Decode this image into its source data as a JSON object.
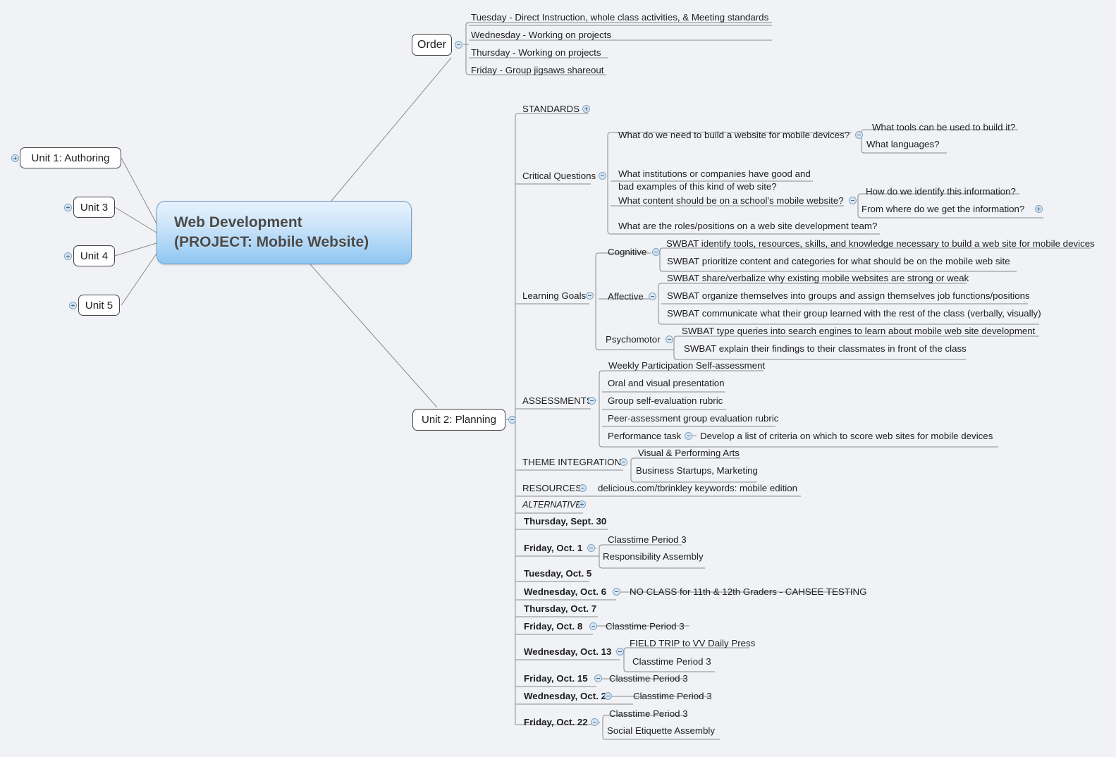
{
  "meta": {
    "background": "#f0f2f6",
    "accent": "#8ec6f2",
    "line_color": "#8a8a8a"
  },
  "central": {
    "label": "Web Development\n(PROJECT: Mobile Website)"
  },
  "left_branches": [
    {
      "label": "Unit 1: Authoring",
      "toggle": "plus"
    },
    {
      "label": "Unit 3",
      "toggle": "plus"
    },
    {
      "label": "Unit 4",
      "toggle": "plus"
    },
    {
      "label": "Unit 5",
      "toggle": "plus"
    }
  ],
  "order_branch": {
    "label": "Order",
    "toggle": "minus",
    "children": [
      {
        "label": "Tuesday - Direct Instruction, whole class activities, & Meeting standards"
      },
      {
        "label": "Wednesday - Working on projects"
      },
      {
        "label": "Thursday - Working on projects"
      },
      {
        "label": "Friday - Group jigsaws shareout"
      }
    ]
  },
  "planning_branch": {
    "label": "Unit 2: Planning",
    "toggle": "minus"
  },
  "sections": {
    "standards": {
      "label": "STANDARDS",
      "toggle": "plus"
    },
    "critical_questions": {
      "label": "Critical Questions",
      "toggle": "minus"
    },
    "learning_goals": {
      "label": "Learning Goals",
      "toggle": "minus"
    },
    "assessments": {
      "label": "ASSESSMENTS",
      "toggle": "minus"
    },
    "theme_integration": {
      "label": "THEME INTEGRATION",
      "toggle": "minus"
    },
    "resources": {
      "label": "RESOURCES",
      "toggle": "minus"
    },
    "alternative": {
      "label": "ALTERNATIVE",
      "toggle": "plus"
    }
  },
  "critical_questions_items": [
    {
      "label": "What do we need to build a website for mobile devices?",
      "toggle": "minus"
    },
    {
      "label": "What institutions or companies have good and\nbad examples of this kind of web site?"
    },
    {
      "label": "What content should be on a school's mobile website?",
      "toggle": "minus"
    },
    {
      "label": "What are the roles/positions on a web site development team?"
    }
  ],
  "cq_sub_1": [
    {
      "label": "What tools can be used to build it?"
    },
    {
      "label": "What languages?"
    }
  ],
  "cq_sub_3": [
    {
      "label": "How do we identify this information?"
    },
    {
      "label": "From where do we get the information?",
      "toggle": "plus"
    }
  ],
  "learning_goals_groups": [
    {
      "label": "Cognitive",
      "toggle": "minus",
      "items": [
        {
          "label": "SWBAT identify tools, resources, skills, and knowledge necessary to build a web site for mobile devices"
        },
        {
          "label": "SWBAT prioritize content and categories for what should be on the mobile web site"
        }
      ]
    },
    {
      "label": "Affective",
      "toggle": "minus",
      "items": [
        {
          "label": "SWBAT share/verbalize why existing mobile websites are strong or weak"
        },
        {
          "label": "SWBAT organize themselves into groups and assign themselves job functions/positions"
        },
        {
          "label": "SWBAT communicate what their group learned with the rest of the class (verbally, visually)"
        }
      ]
    },
    {
      "label": "Psychomotor",
      "toggle": "minus",
      "items": [
        {
          "label": "SWBAT type queries into search engines to learn about mobile web site development"
        },
        {
          "label": "SWBAT explain their findings to their classmates in front of the class"
        }
      ]
    }
  ],
  "assessments_items": [
    {
      "label": "Weekly Participation Self-assessment"
    },
    {
      "label": "Oral and visual presentation"
    },
    {
      "label": "Group self-evaluation rubric"
    },
    {
      "label": "Peer-assessment group evaluation rubric"
    },
    {
      "label": "Performance task",
      "toggle": "minus",
      "child": "Develop a list of criteria on which to score web sites for mobile devices"
    }
  ],
  "theme_items": [
    {
      "label": "Visual & Performing Arts"
    },
    {
      "label": "Business Startups, Marketing"
    }
  ],
  "resources_value": "delicious.com/tbrinkley keywords: mobile edition",
  "dates": [
    {
      "label": "Thursday, Sept. 30",
      "children": []
    },
    {
      "label": "Friday, Oct. 1",
      "toggle": "minus",
      "children": [
        "Classtime Period 3",
        "Responsibility Assembly"
      ]
    },
    {
      "label": "Tuesday, Oct. 5",
      "children": []
    },
    {
      "label": "Wednesday, Oct. 6",
      "toggle": "minus",
      "children": [
        "NO CLASS for 11th & 12th Graders - CAHSEE TESTING"
      ]
    },
    {
      "label": "Thursday, Oct. 7",
      "children": []
    },
    {
      "label": "Friday, Oct. 8",
      "toggle": "minus",
      "children": [
        "Classtime Period 3"
      ]
    },
    {
      "label": "Wednesday, Oct. 13",
      "toggle": "minus",
      "children": [
        "FIELD TRIP to VV Daily Press",
        "Classtime Period 3"
      ]
    },
    {
      "label": "Friday, Oct. 15",
      "toggle": "minus",
      "children": [
        "Classtime Period 3"
      ]
    },
    {
      "label": "Wednesday, Oct. 20",
      "toggle": "minus",
      "children": [
        "Classtime Period 3"
      ]
    },
    {
      "label": "Friday, Oct. 22",
      "toggle": "minus",
      "children": [
        "Classtime Period 3",
        "Social Etiquette Assembly"
      ]
    }
  ]
}
